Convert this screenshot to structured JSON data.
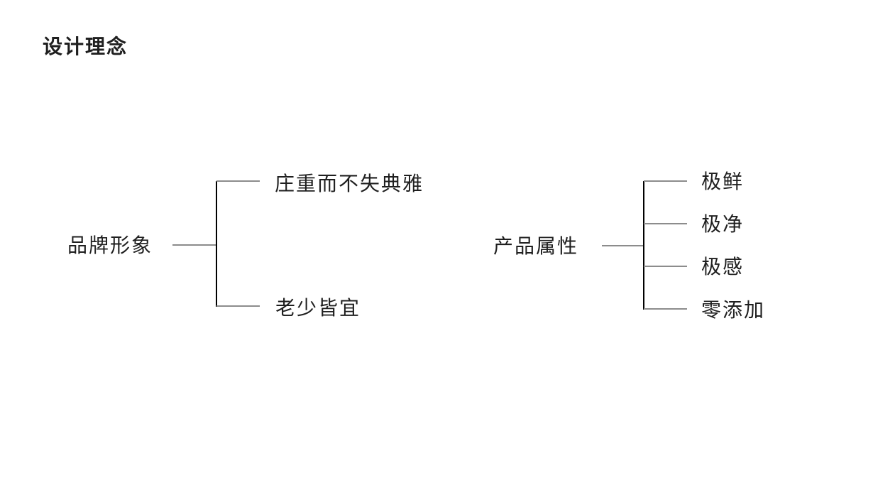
{
  "page": {
    "title": "设计理念",
    "background_color": "#ffffff"
  },
  "colors": {
    "text": "#1f1f1f",
    "branch_line_gray": "#8c8c8c",
    "trunk_line_black": "#000000"
  },
  "trees": [
    {
      "name": "品牌形象",
      "children": [
        "庄重而不失典雅",
        "老少皆宜"
      ]
    },
    {
      "name": "产品属性",
      "children": [
        "极鲜",
        "极净",
        "极感",
        "零添加"
      ]
    }
  ]
}
